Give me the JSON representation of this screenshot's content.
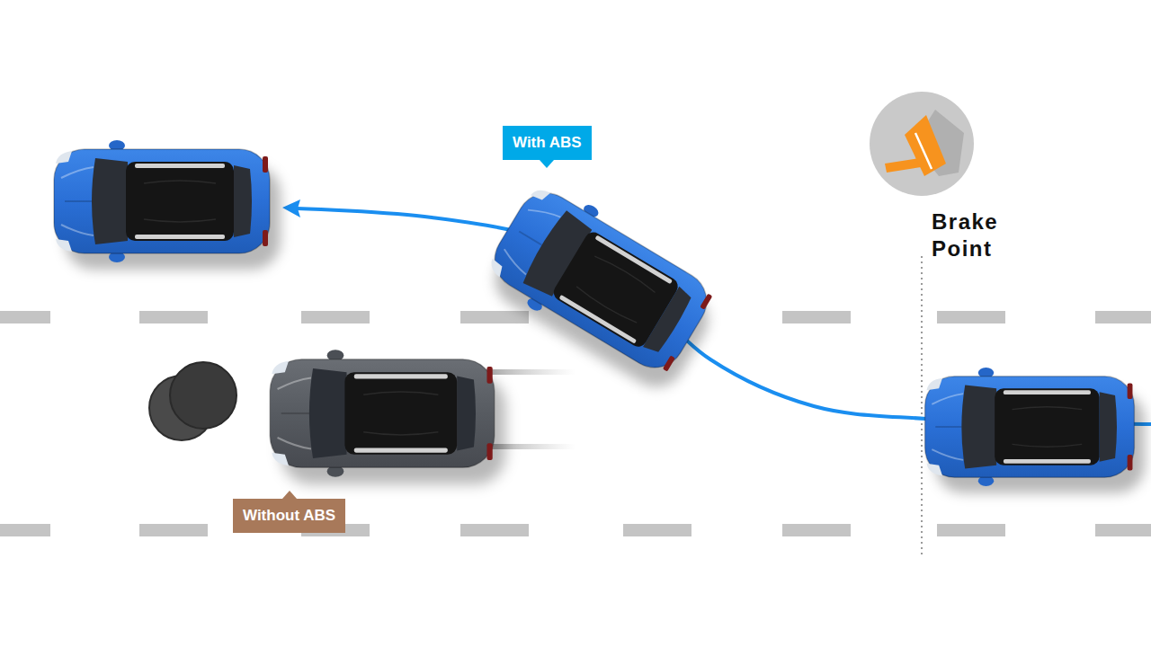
{
  "diagram": {
    "nodes": [
      {
        "text": [
          "With ABS"
        ]
      },
      {
        "text": [
          "Without ABS"
        ]
      }
    ],
    "labels": [
      "Brake Point"
    ]
  }
}
